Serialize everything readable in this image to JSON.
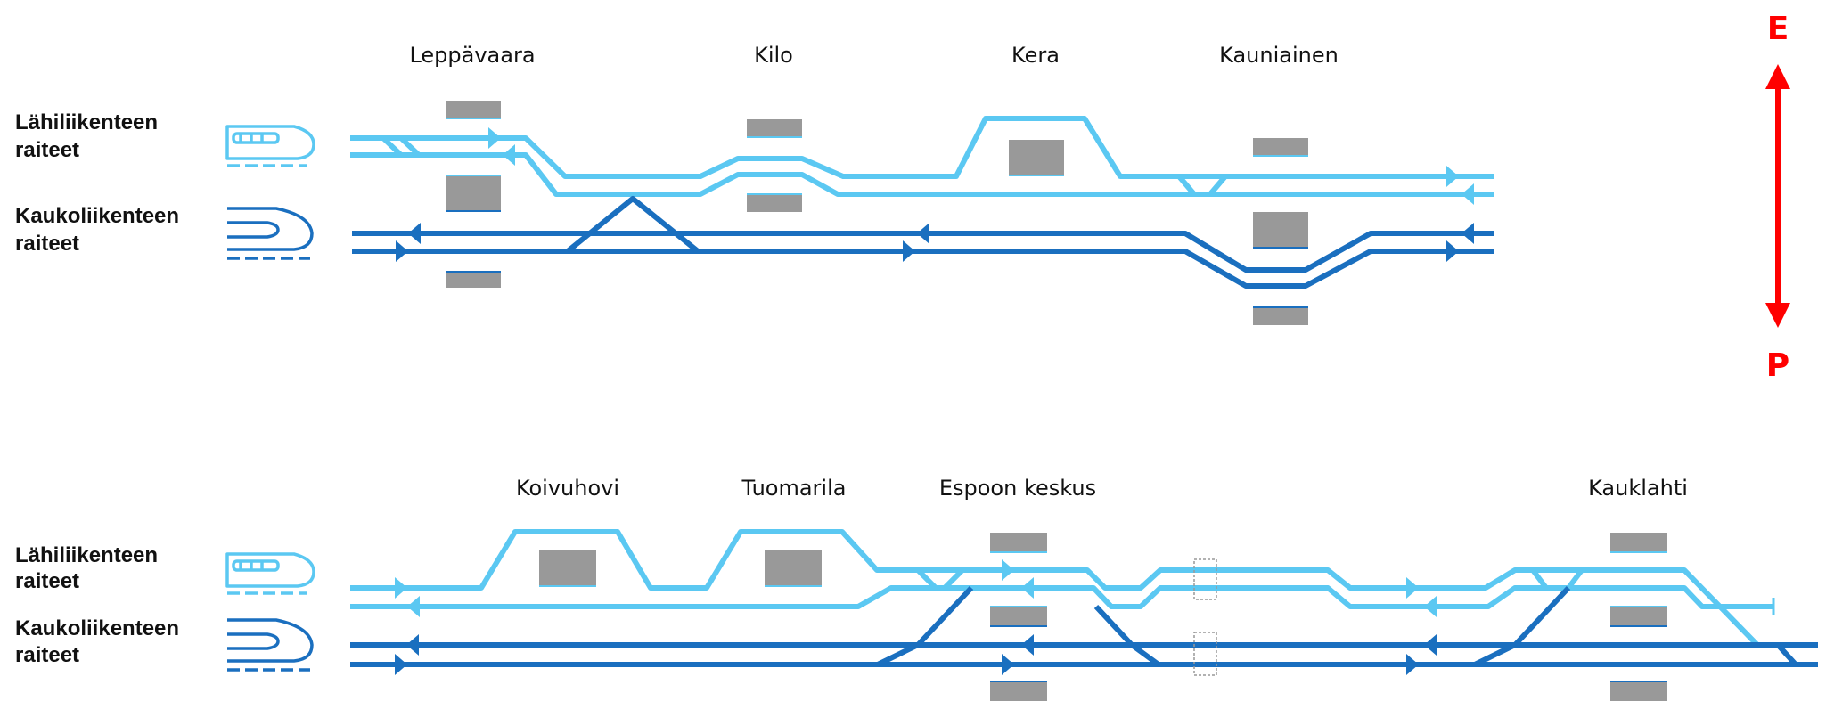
{
  "colors": {
    "local_track": "#5bc8f2",
    "long_distance_track": "#1a6fbf",
    "platform": "#999999",
    "compass": "#ff0000",
    "text": "#111111"
  },
  "legend": {
    "local_tracks_line1": "Lähiliikenteen",
    "local_tracks_line2": "raiteet",
    "long_distance_tracks_line1": "Kaukoliikenteen",
    "long_distance_tracks_line2": "raiteet",
    "local_train_icon": "local-train-icon",
    "long_distance_train_icon": "long-distance-train-icon"
  },
  "compass": {
    "north": "E",
    "south": "P"
  },
  "section_top": {
    "stations": [
      "Leppävaara",
      "Kilo",
      "Kera",
      "Kauniainen"
    ]
  },
  "section_bottom": {
    "stations": [
      "Koivuhovi",
      "Tuomarila",
      "Espoon keskus",
      "Kauklahti"
    ]
  }
}
